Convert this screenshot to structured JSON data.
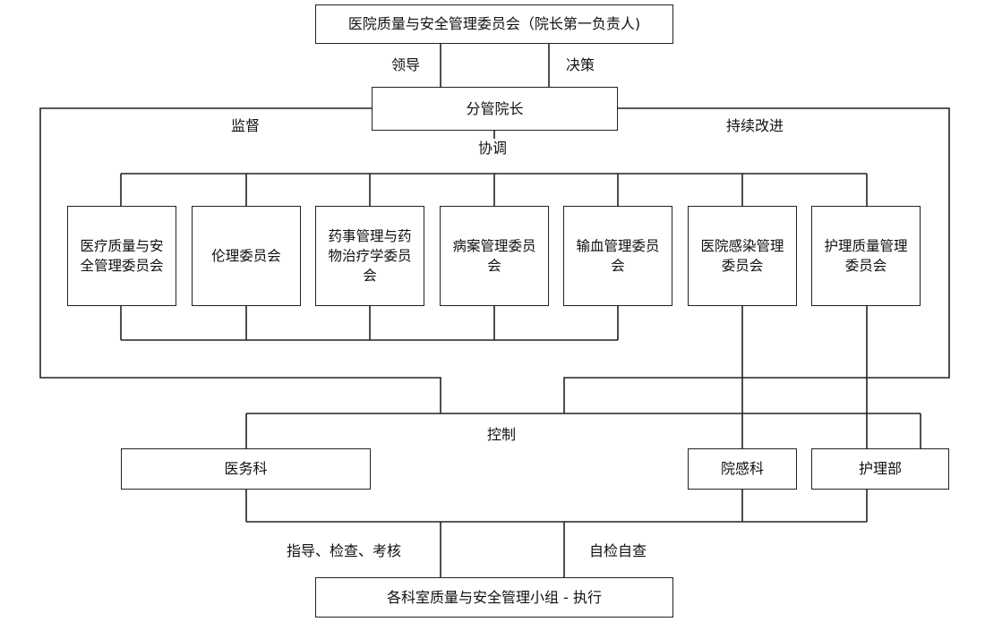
{
  "top_box": "医院质量与安全管理委员会（院长第一负责人)",
  "labels": {
    "lead": "领导",
    "decide": "决策",
    "supervise": "监督",
    "improve": "持续改进",
    "coordinate": "协调",
    "control": "控制",
    "guide": "指导、检查、考核",
    "self_check": "自检自查"
  },
  "vice_president": "分管院长",
  "committees": [
    "医疗质量与安全管理委员会",
    "伦理委员会",
    "药事管理与药物治疗学委员会",
    "病案管理委员会",
    "输血管理委员会",
    "医院感染管理委员会",
    "护理质量管理委员会"
  ],
  "departments": {
    "medical_affairs": "医务科",
    "infection_control": "院感科",
    "nursing": "护理部"
  },
  "bottom_box": "各科室质量与安全管理小组 - 执行"
}
